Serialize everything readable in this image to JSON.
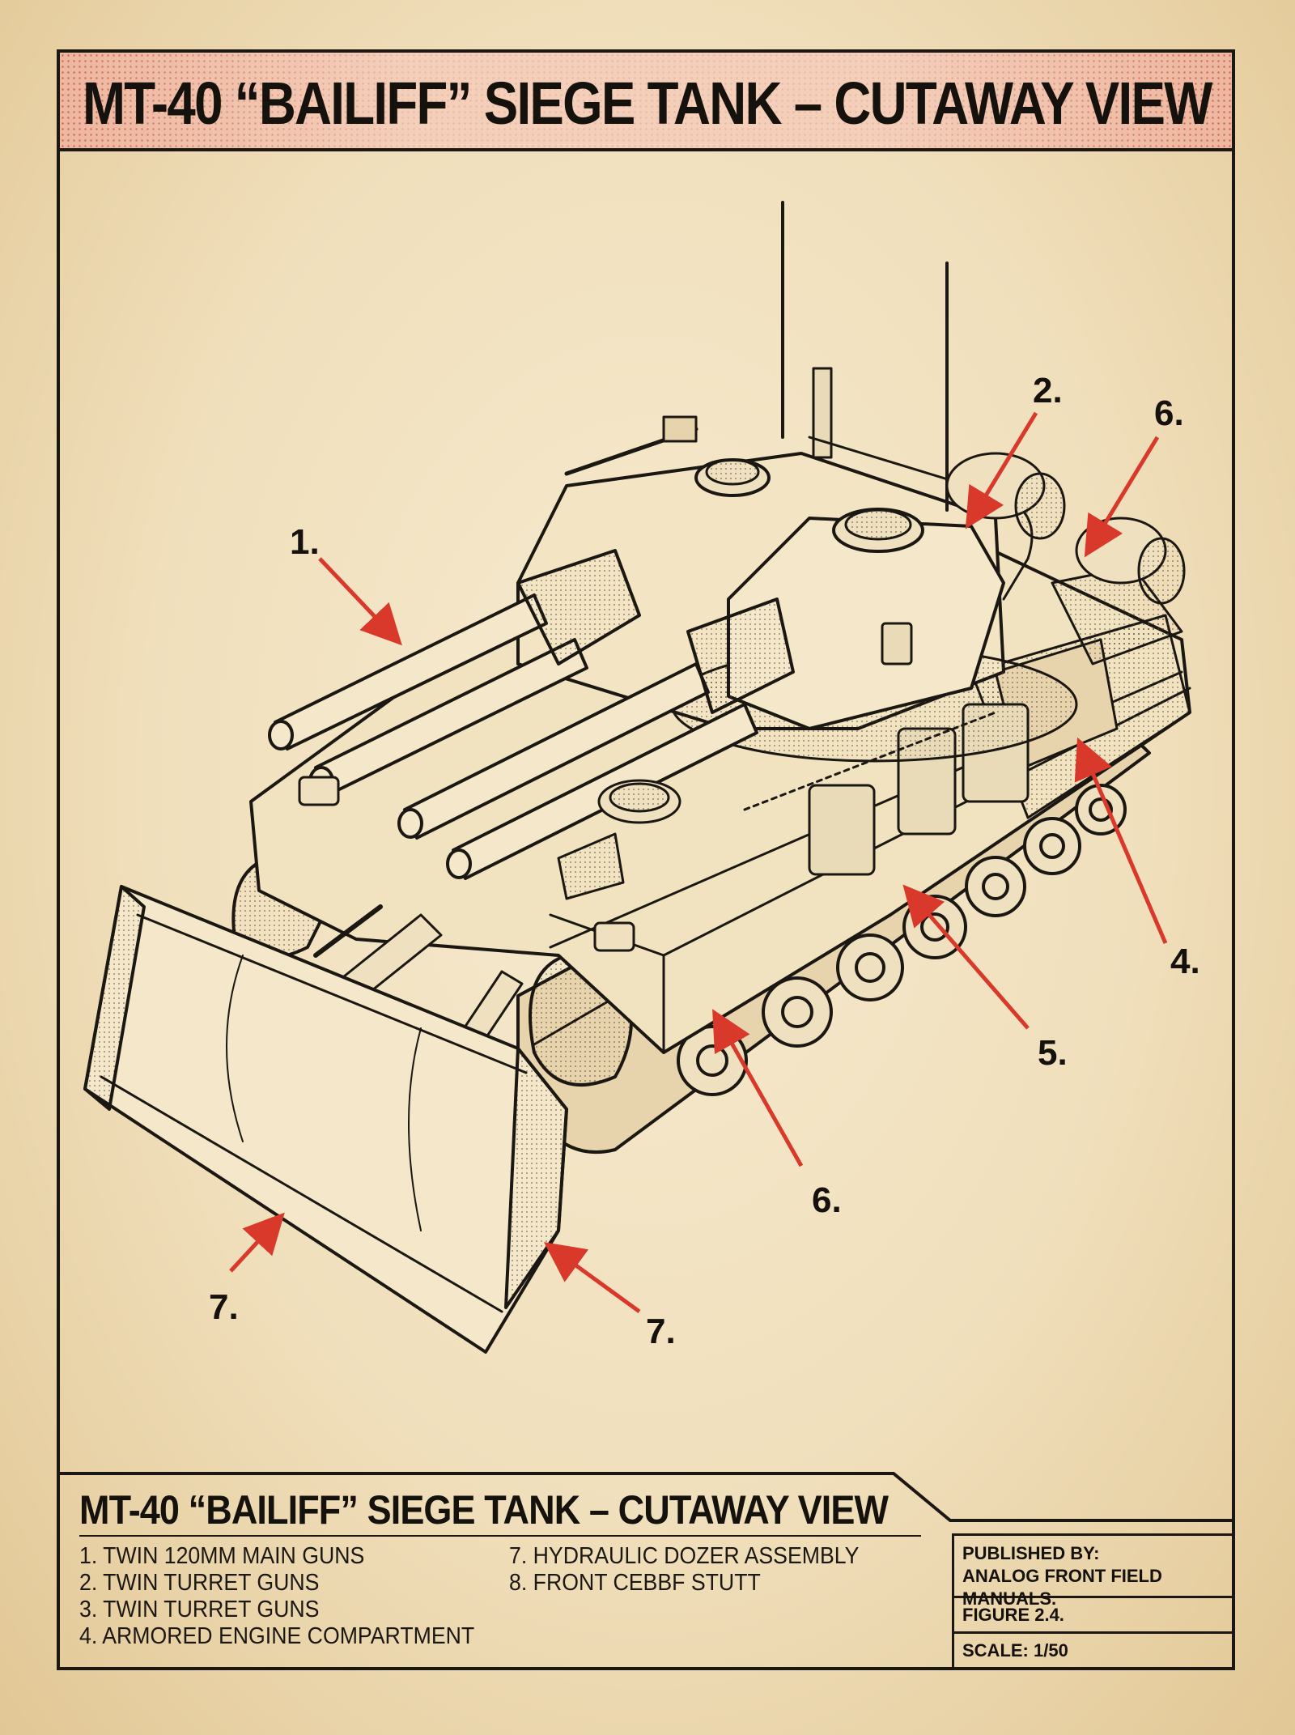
{
  "title": "MT-40 “BAILIFF” SIEGE TANK – CUTAWAY VIEW",
  "callouts": {
    "c1": "1.",
    "c2": "2.",
    "c6_top": "6.",
    "c4": "4.",
    "c5": "5.",
    "c6_bottom": "6.",
    "c7_left": "7.",
    "c7_right": "7."
  },
  "legend": {
    "title": "MT-40 “BAILIFF” SIEGE TANK – CUTAWAY VIEW",
    "left_items": [
      "1. TWIN 120MM MAIN GUNS",
      "2. TWIN TURRET GUNS",
      "3. TWIN TURRET GUNS",
      "4. ARMORED ENGINE COMPARTMENT"
    ],
    "right_items": [
      "7. HYDRAULIC DOZER ASSEMBLY",
      "8. FRONT CEBBF STUTT"
    ]
  },
  "info": {
    "published_label": "PUBLISHED BY:",
    "publisher": "ANALOG FRONT FIELD MANUALS.",
    "figure": "FIGURE 2.4.",
    "scale": "SCALE: 1/50"
  },
  "colors": {
    "paper": "#f3e5c4",
    "ink": "#1b1712",
    "arrow_red": "#d8392b",
    "title_band": "#ecb39c"
  }
}
